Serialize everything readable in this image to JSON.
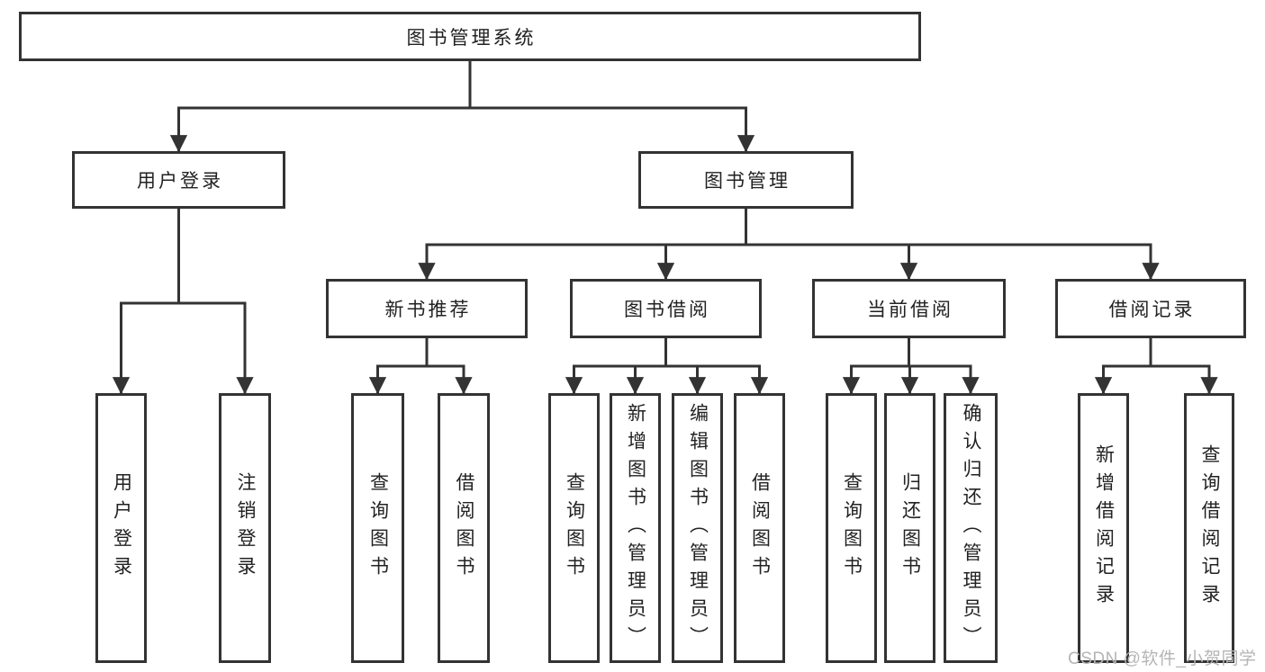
{
  "diagram": {
    "type": "hierarchy-tree",
    "nodes": {
      "root": "图书管理系统",
      "user_login": "用户登录",
      "book_mgmt": "图书管理",
      "new_book": "新书推荐",
      "book_borrow": "图书借阅",
      "current_borrow": "当前借阅",
      "borrow_record": "借阅记录",
      "leaf_user_login": "用户登录",
      "leaf_logout": "注销登录",
      "leaf_nb_query": "查询图书",
      "leaf_nb_borrow": "借阅图书",
      "leaf_bb_query": "查询图书",
      "leaf_bb_add": "新增图书（管理员）",
      "leaf_bb_edit": "编辑图书（管理员）",
      "leaf_bb_borrow": "借阅图书",
      "leaf_cb_query": "查询图书",
      "leaf_cb_return": "归还图书",
      "leaf_cb_confirm": "确认归还（管理员）",
      "leaf_br_add": "新增借阅记录",
      "leaf_br_query": "查询借阅记录"
    },
    "edges": [
      [
        "图书管理系统",
        "用户登录"
      ],
      [
        "图书管理系统",
        "图书管理"
      ],
      [
        "用户登录",
        "用户登录(叶)"
      ],
      [
        "用户登录",
        "注销登录"
      ],
      [
        "图书管理",
        "新书推荐"
      ],
      [
        "图书管理",
        "图书借阅"
      ],
      [
        "图书管理",
        "当前借阅"
      ],
      [
        "图书管理",
        "借阅记录"
      ],
      [
        "新书推荐",
        "查询图书"
      ],
      [
        "新书推荐",
        "借阅图书"
      ],
      [
        "图书借阅",
        "查询图书"
      ],
      [
        "图书借阅",
        "新增图书（管理员）"
      ],
      [
        "图书借阅",
        "编辑图书（管理员）"
      ],
      [
        "图书借阅",
        "借阅图书"
      ],
      [
        "当前借阅",
        "查询图书"
      ],
      [
        "当前借阅",
        "归还图书"
      ],
      [
        "当前借阅",
        "确认归还（管理员）"
      ],
      [
        "借阅记录",
        "新增借阅记录"
      ],
      [
        "借阅记录",
        "查询借阅记录"
      ]
    ],
    "colors": {
      "line": "#333333",
      "text": "#222222",
      "background": "#ffffff",
      "watermark": "#b5b5b5"
    }
  },
  "watermark": "CSDN @软件_小贺同学"
}
